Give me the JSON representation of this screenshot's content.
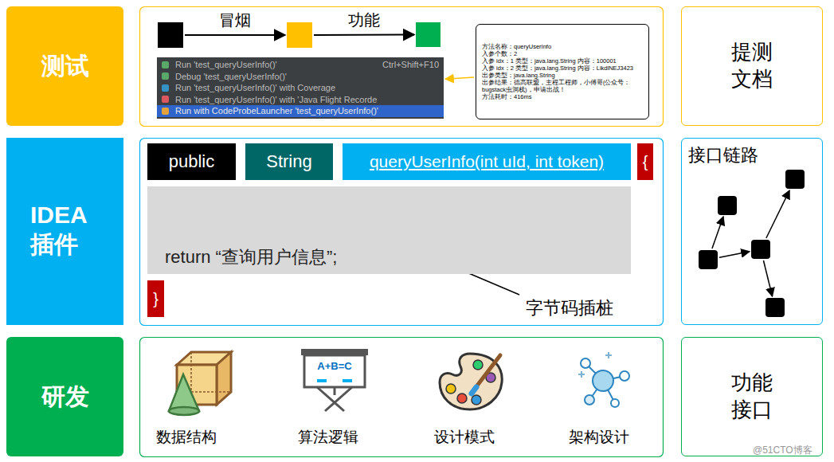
{
  "diagram": {
    "nodes": [
      {
        "text": [
          "测试"
        ]
      },
      {
        "text": []
      },
      {
        "text": []
      },
      {
        "text": []
      },
      {
        "text": [
          "Run 'test_queryUserInfo()'",
          "Ctrl+Shift+F10",
          "Debug 'test_queryUserInfo()'",
          "Run 'test_queryUserInfo()' with Coverage",
          "Run 'test_queryUserInfo()' with 'Java Flight Recorde",
          "Run with CodeProbeLauncher 'test_queryUserInfo()'"
        ]
      },
      {
        "text": [
          "方法名称：queryUserInfo",
          "入参个数：2",
          "入参 idx：1 类型：java.lang.String 内容：100001",
          "入参 idx：2 类型：java.lang.String 内容：LikdlNEJ3423",
          "出参类型：java.lang.String",
          "出参结果：德高联盟，主程工程师，小傅哥(公众号：bugstack虫洞栈)，申请出战！",
          "方法耗时：416ms"
        ]
      },
      {
        "text": [
          "提测文档"
        ]
      },
      {
        "text": [
          "IDEA 插件"
        ]
      },
      {
        "text": [
          "public"
        ]
      },
      {
        "text": [
          "String"
        ]
      },
      {
        "text": [
          "queryUserInfo(int uId, int token)"
        ]
      },
      {
        "text": [
          "{"
        ]
      },
      {
        "text": [
          "return “查询用户信息”;"
        ]
      },
      {
        "text": [
          "}"
        ]
      },
      {
        "text": [
          "接口链路"
        ]
      },
      {
        "text": [],
        "in": 14
      },
      {
        "text": [],
        "in": 14
      },
      {
        "text": [],
        "in": 14
      },
      {
        "text": [],
        "in": 14
      },
      {
        "text": [],
        "in": 14
      },
      {
        "text": [
          "研发"
        ]
      },
      {
        "text": [
          "功能接口"
        ]
      }
    ],
    "edges": [
      {
        "from": 1,
        "to": 2,
        "label": "冒烟",
        "arrow": "to"
      },
      {
        "from": 2,
        "to": 3,
        "label": "功能",
        "arrow": "to"
      },
      {
        "from": 5,
        "to": 4,
        "arrow": "to"
      },
      {
        "from": 17,
        "to": 15,
        "arrow": "to"
      },
      {
        "from": 17,
        "to": 18,
        "arrow": "to"
      },
      {
        "from": 18,
        "to": 16,
        "arrow": "to"
      },
      {
        "from": 18,
        "to": 19,
        "arrow": "to"
      }
    ],
    "labels": [
      "A+B=C",
      "数据结构",
      "算法逻辑",
      "设计模式",
      "架构设计",
      "字节码插桩",
      "@51CTO博客"
    ]
  }
}
